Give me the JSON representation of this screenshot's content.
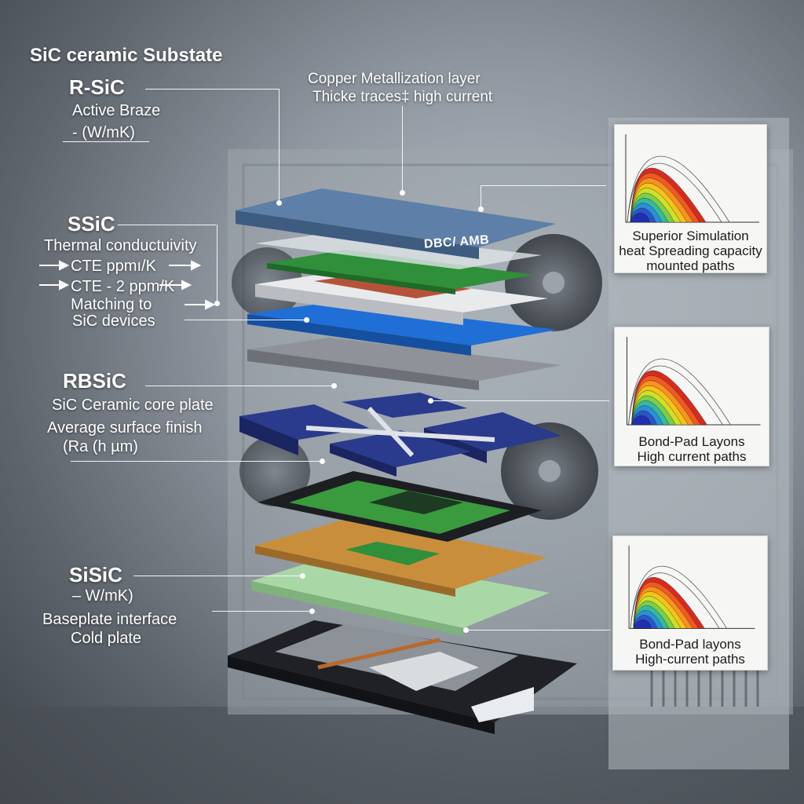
{
  "title": "SiC ceramic Substate",
  "left": {
    "rsic": {
      "heading": "R-SiC",
      "line1": "Active Braze",
      "line2": "- (W/mK)"
    },
    "ssic": {
      "heading": "SSiC",
      "line1": "Thermal conductuivity",
      "line2": "CTE ppmı/K",
      "line3": "CTE - 2 ppm/K",
      "line4": "Matching to",
      "line5": "SiC devices"
    },
    "rbsic": {
      "heading": "RBSiC",
      "line1": "SiC Ceramic core plate",
      "line2": "Average surface finish",
      "line3": "(Ra (h µm)"
    },
    "sisic": {
      "heading": "SiSiC",
      "line1": "– W/mK)",
      "line2": "Baseplate interface",
      "line3": "Cold plate"
    }
  },
  "top_callout": {
    "line1": "Copper Metallization layer",
    "line2": "Thicke traces‡ high current"
  },
  "stack_label": "DBC/ AMB",
  "panels": [
    {
      "line1": "Superior Simulation",
      "line2": "heat Spreading capacity",
      "line3": "mounted paths"
    },
    {
      "line1": "Bond-Pad Layons",
      "line2": "High current paths"
    },
    {
      "line1": "Bond-Pad layons",
      "line2": "High-current paths"
    }
  ],
  "colors": {
    "copper_top": "#5d7fa8",
    "pcb": "#2f8f3a",
    "blue_layer": "#1f6fd6",
    "navy_tiles": "#2a3a8c",
    "cork": "#c98e3c",
    "green_plate": "#a9d8a6",
    "base": "#2b2d31"
  }
}
